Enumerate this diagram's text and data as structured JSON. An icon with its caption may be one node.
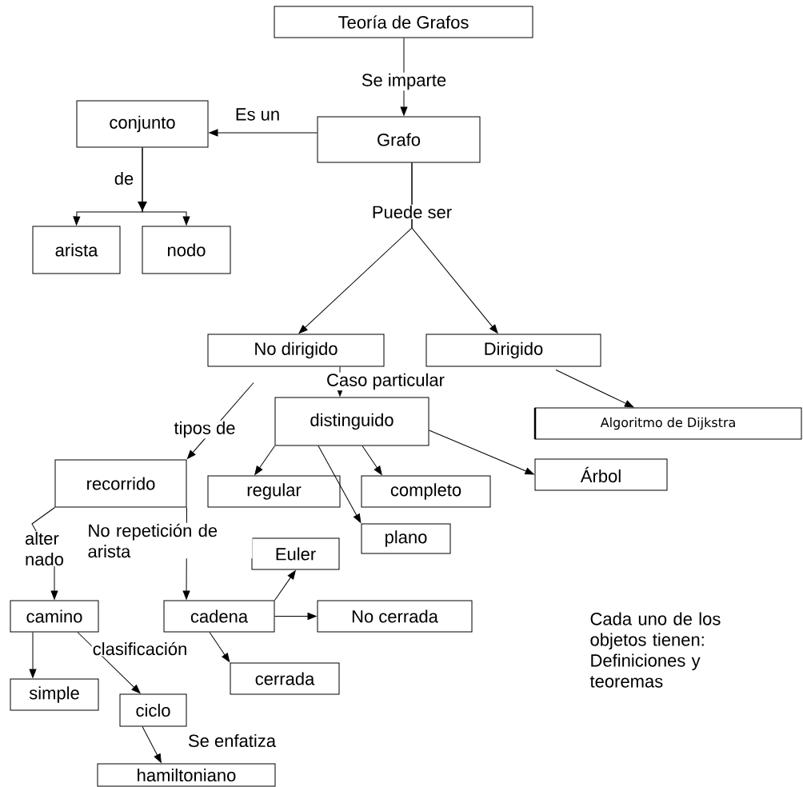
{
  "diagram": {
    "nodes": [
      {
        "text": [
          "Teoría de Grafos"
        ]
      },
      {
        "text": [
          "conjunto"
        ]
      },
      {
        "text": [
          "Grafo"
        ]
      },
      {
        "text": [
          "arista"
        ]
      },
      {
        "text": [
          "nodo"
        ]
      },
      {
        "text": [
          "No dirigido"
        ]
      },
      {
        "text": [
          "Dirigido"
        ]
      },
      {
        "text": [
          "distinguido"
        ]
      },
      {
        "text": [
          "Algoritmo de Dijkstra"
        ]
      },
      {
        "text": [
          "recorrido"
        ]
      },
      {
        "text": [
          "regular"
        ]
      },
      {
        "text": [
          "completo"
        ]
      },
      {
        "text": [
          "Árbol"
        ]
      },
      {
        "text": [
          "plano"
        ]
      },
      {
        "text": [
          "Euler"
        ]
      },
      {
        "text": [
          "camino"
        ]
      },
      {
        "text": [
          "cadena"
        ]
      },
      {
        "text": [
          "No cerrada"
        ]
      },
      {
        "text": [
          "cerrada"
        ]
      },
      {
        "text": [
          "simple"
        ]
      },
      {
        "text": [
          "ciclo"
        ]
      },
      {
        "text": [
          "hamiltoniano"
        ]
      }
    ],
    "edges": [
      {
        "from": 0,
        "to": 2,
        "arrow": "to",
        "label": "Se imparte"
      },
      {
        "from": 2,
        "to": 1,
        "arrow": "to",
        "label": "Es un"
      },
      {
        "from": 1,
        "to": 3,
        "arrow": "to",
        "label": "de"
      },
      {
        "from": 1,
        "to": 4,
        "arrow": "to"
      },
      {
        "from": 2,
        "to": 5,
        "arrow": "to",
        "label": "Puede ser"
      },
      {
        "from": 2,
        "to": 6,
        "arrow": "to"
      },
      {
        "from": 5,
        "to": 7,
        "arrow": "to",
        "label": "Caso particular"
      },
      {
        "from": 5,
        "to": 9,
        "arrow": "to",
        "label": "tipos  de"
      },
      {
        "from": 6,
        "to": 8,
        "arrow": "to"
      },
      {
        "from": 7,
        "to": 10,
        "arrow": "to"
      },
      {
        "from": 7,
        "to": 13,
        "arrow": "to"
      },
      {
        "from": 7,
        "to": 11,
        "arrow": "to"
      },
      {
        "from": 7,
        "to": 12,
        "arrow": "to"
      },
      {
        "from": 9,
        "to": 15,
        "arrow": "to",
        "label": "alter nado"
      },
      {
        "from": 9,
        "to": 16,
        "arrow": "to",
        "label": "No repetición de arista"
      },
      {
        "from": 16,
        "to": 14,
        "arrow": "to"
      },
      {
        "from": 16,
        "to": 17,
        "arrow": "to"
      },
      {
        "from": 16,
        "to": 18,
        "arrow": "to"
      },
      {
        "from": 15,
        "to": 19,
        "arrow": "to"
      },
      {
        "from": 15,
        "to": 20,
        "arrow": "to",
        "label": "clasificación"
      },
      {
        "from": 20,
        "to": 21,
        "arrow": "to",
        "label": "Se enfatiza"
      }
    ],
    "labels": [
      "Cada uno de los objetos tienen: Definiciones y teoremas"
    ]
  }
}
